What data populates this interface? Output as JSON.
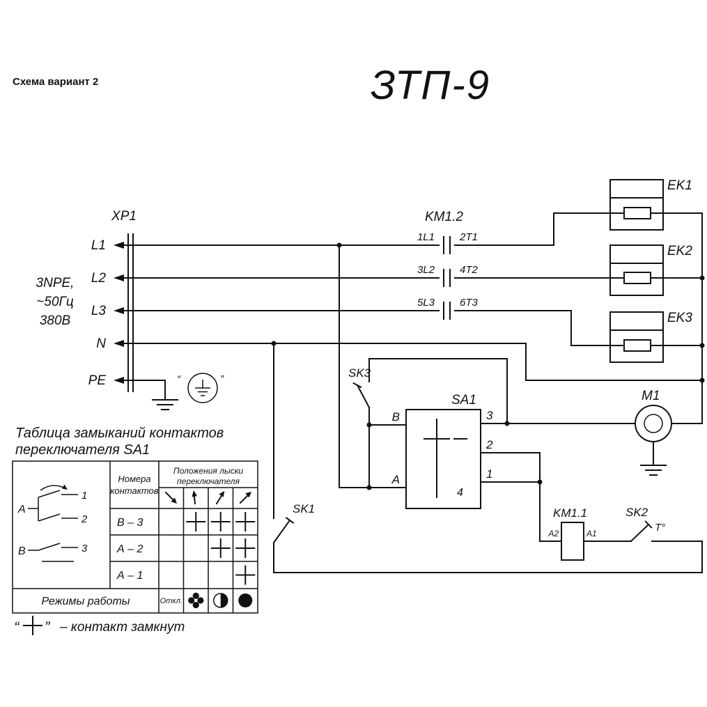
{
  "header": {
    "scheme_label": "Схема вариант 2",
    "title": "ЗТП-9"
  },
  "supply": {
    "connector_label": "XP1",
    "line_labels": [
      "L1",
      "L2",
      "L3",
      "N",
      "PE"
    ],
    "spec_lines": [
      "3NPE,",
      "~50Гц",
      "380В"
    ],
    "earth_quote_left": "“",
    "earth_quote_right": "”"
  },
  "km12": {
    "label": "KM1.2",
    "terminals": [
      "1L1",
      "2T1",
      "3L2",
      "4T2",
      "5L3",
      "6T3"
    ]
  },
  "heaters": {
    "labels": [
      "EK1",
      "EK2",
      "EK3"
    ]
  },
  "motor": {
    "label": "M1"
  },
  "sa1": {
    "label": "SA1",
    "input_top": "В",
    "input_bottom": "А",
    "out_top": "3",
    "out_mid": "2",
    "out_bottom": "1",
    "inner": "4"
  },
  "sk": {
    "sk1": "SK1",
    "sk2": "SK2",
    "sk2_temp": "T°",
    "sk3": "SK3"
  },
  "km11": {
    "label": "KM1.1",
    "term_left": "A2",
    "term_right": "A1"
  },
  "table": {
    "title_line1": "Таблица замыканий контактов",
    "title_line2": "переключателя SA1",
    "header_contacts_line1": "Номера",
    "header_contacts_line2": "контактов",
    "header_positions_line1": "Положения лыски",
    "header_positions_line2": "переключателя",
    "rows": [
      "В – 3",
      "А – 2",
      "А – 1"
    ],
    "closed_marks": [
      [
        false,
        true,
        true,
        true
      ],
      [
        false,
        false,
        true,
        true
      ],
      [
        false,
        false,
        false,
        true
      ]
    ],
    "modes_label": "Режимы работы",
    "off_label": "Откл.",
    "mode_icons": [
      "off",
      "fan-icon",
      "half-power-icon",
      "full-power-icon"
    ],
    "position_icons": [
      "pos-off-arrow",
      "pos-1-arrow",
      "pos-2-arrow",
      "pos-3-arrow"
    ],
    "diagram": {
      "pole_a": "А",
      "pole_b": "В",
      "contact_1": "1",
      "contact_2": "2",
      "contact_3": "3"
    }
  },
  "note": {
    "quote_open": "“",
    "symbol": "+",
    "quote_close": "”",
    "text": "– контакт замкнут"
  }
}
